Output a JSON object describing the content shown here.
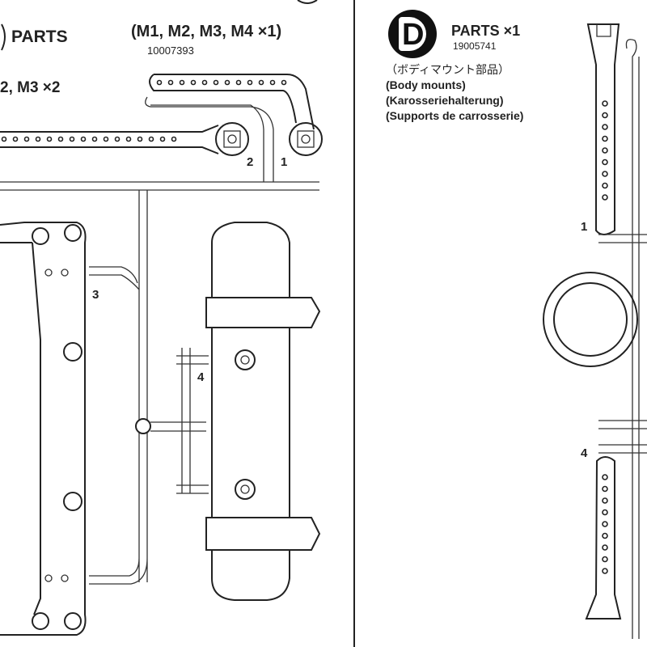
{
  "left_panel": {
    "parts_heading": "PARTS",
    "sprue_list": "(M1, M2, M3, M4 ×1)",
    "part_number": "10007393",
    "quantity_line": "2, M3 ×2",
    "callouts": [
      "1",
      "2",
      "3",
      "4"
    ]
  },
  "right_panel": {
    "badge_letter": "D",
    "parts_heading": "PARTS ×1",
    "part_number": "19005741",
    "names": [
      "（ボディマウント部品）",
      "(Body mounts)",
      "(Karosseriehalterung)",
      "(Supports de carrosserie)"
    ],
    "callouts": [
      "1",
      "4"
    ]
  }
}
